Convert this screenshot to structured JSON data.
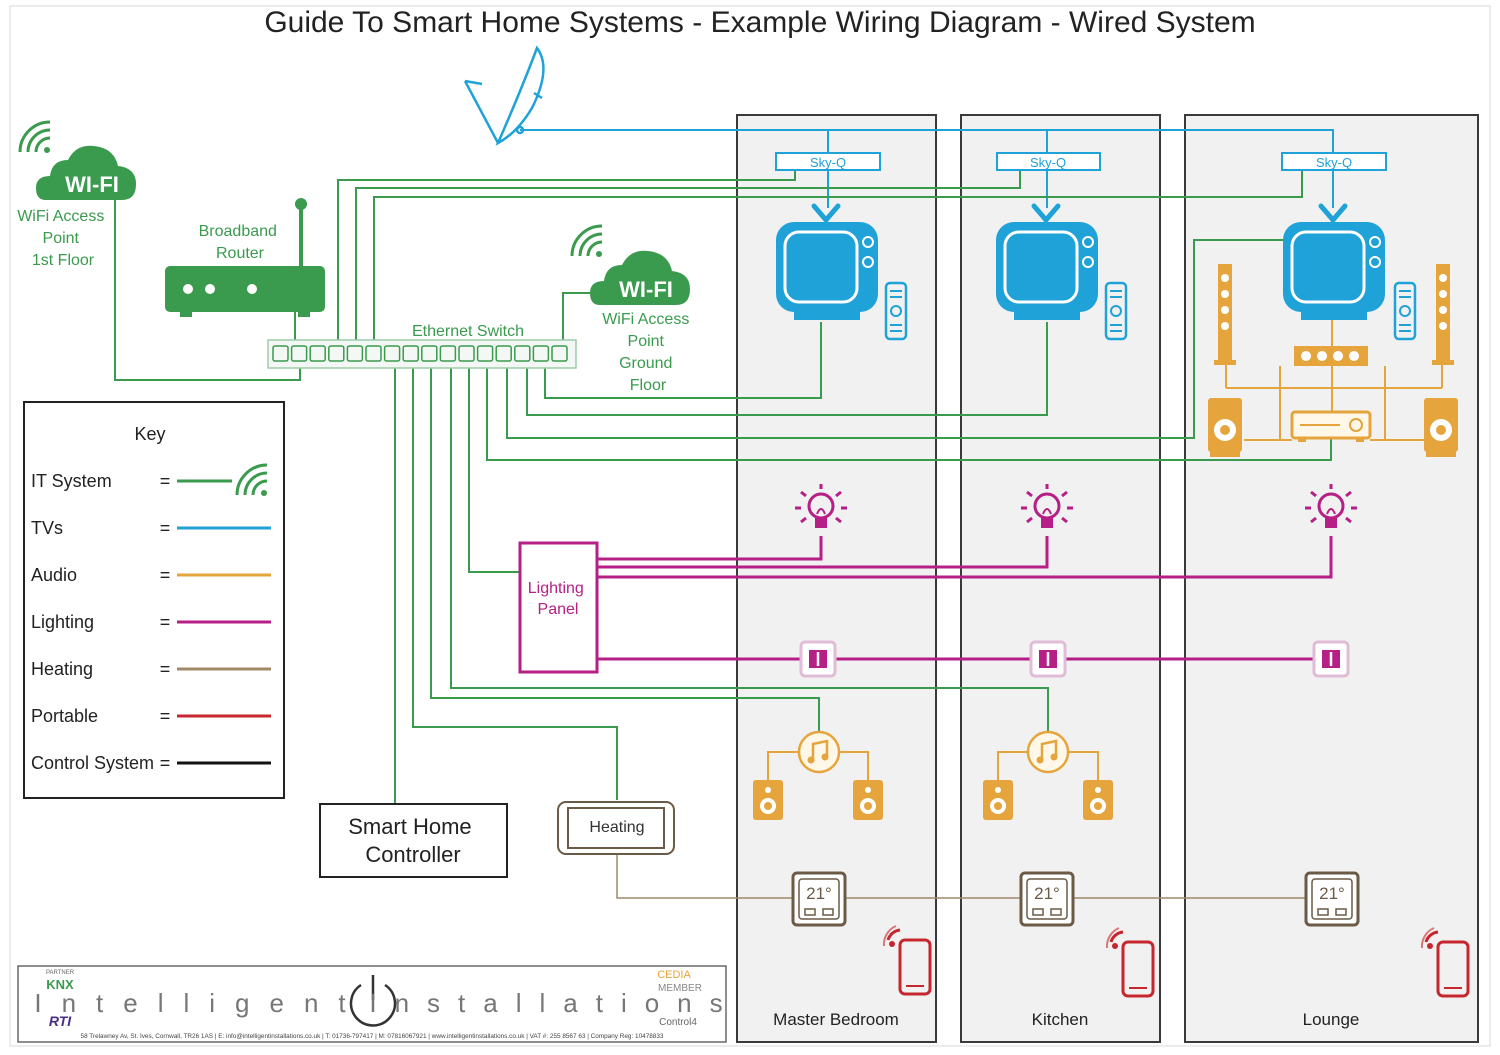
{
  "title": "Guide To Smart Home Systems - Example Wiring Diagram - Wired System",
  "colors": {
    "it": "#3a9a4e",
    "tv": "#1ea2d8",
    "audio": "#e5a53c",
    "lighting": "#b51f86",
    "heating": "#a08868",
    "portable": "#c6262d",
    "control": "#111111",
    "room_fill": "#f1f1f1",
    "room_border": "#3a3a3a"
  },
  "devices": {
    "wifi_logo": "WI-FI",
    "wifi_first_floor": [
      "WiFi Access",
      "Point",
      "1st Floor"
    ],
    "router": [
      "Broadband",
      "Router"
    ],
    "switch": "Ethernet Switch",
    "wifi_ground_floor": [
      "WiFi Access",
      "Point",
      "Ground",
      "Floor"
    ],
    "lighting_panel": [
      "Lighting",
      "Panel"
    ],
    "controller": [
      "Smart Home",
      "Controller"
    ],
    "heating": "Heating",
    "sky_q": "Sky-Q",
    "thermostat": "21°",
    "icons": [
      "satellite-dish-icon",
      "cloud-icon",
      "router-icon",
      "tv-icon",
      "remote-icon",
      "speaker-icon",
      "bulb-icon",
      "switch-icon",
      "music-note-icon",
      "thermostat-icon",
      "phone-icon"
    ]
  },
  "rooms": [
    {
      "name": "Master Bedroom"
    },
    {
      "name": "Kitchen"
    },
    {
      "name": "Lounge"
    }
  ],
  "key": {
    "title": "Key",
    "items": [
      {
        "label": "IT System",
        "eq": "=",
        "color": "#3a9a4e"
      },
      {
        "label": "TVs",
        "eq": "=",
        "color": "#1ea2d8"
      },
      {
        "label": "Audio",
        "eq": "=",
        "color": "#e5a53c"
      },
      {
        "label": "Lighting",
        "eq": "=",
        "color": "#b51f86"
      },
      {
        "label": "Heating",
        "eq": "=",
        "color": "#a08868"
      },
      {
        "label": "Portable",
        "eq": "=",
        "color": "#c6262d"
      },
      {
        "label": "Control System",
        "eq": "=",
        "color": "#111111"
      }
    ]
  },
  "footer": {
    "brand_left": "Intelligent",
    "brand_right": "Installations",
    "knx_partner": "PARTNER",
    "knx": "KNX",
    "rti": "RTI",
    "cedia": "CEDIA",
    "member": "MEMBER",
    "control4": "Control4",
    "address": "58 Trelawney Av, St. Ives, Cornwall, TR26 1AS | E: info@intelligentinstallations.co.uk | T: 01736-797417 | M: 07816067921 | www.intelligentinstallations.co.uk | VAT #: 255 8567 63 | Company Reg: 10478833"
  }
}
